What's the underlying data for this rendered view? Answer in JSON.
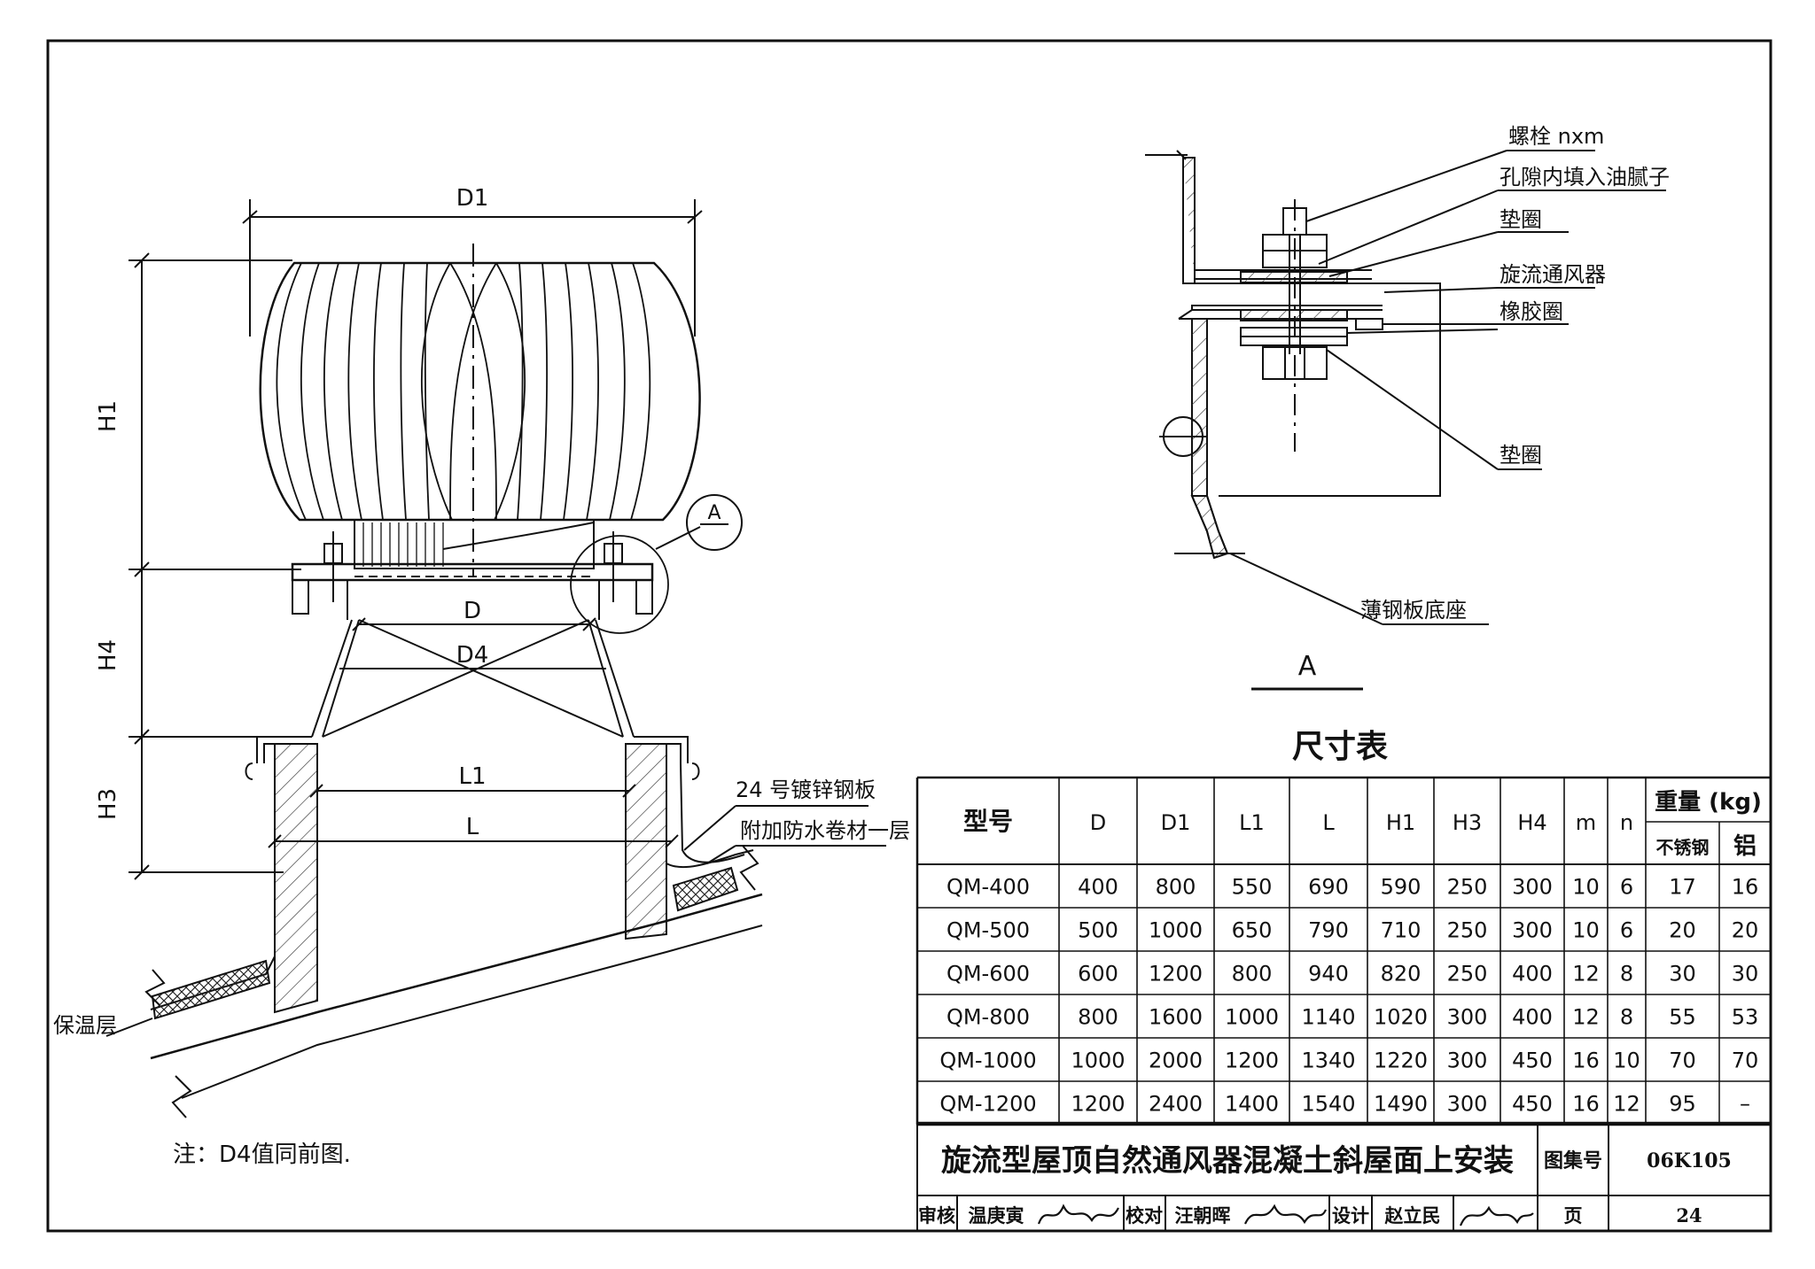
{
  "labels": {
    "d1": "D1",
    "h1": "H1",
    "h4": "H4",
    "h3": "H3",
    "d": "D",
    "d4": "D4",
    "l1": "L1",
    "l": "L",
    "detail_ref": "A",
    "detail_title": "A",
    "insulation": "保温层",
    "galvanized_sheet": "24 号镀锌钢板",
    "waterproof": "附加防水卷材一层",
    "bolt": "螺栓 nxm",
    "putty": "孔隙内填入油腻子",
    "washer_top": "垫圈",
    "ventilator": "旋流通风器",
    "rubber_ring": "橡胶圈",
    "washer_bottom": "垫圈",
    "steel_base": "薄钢板底座"
  },
  "note": "注：D4值同前图.",
  "table": {
    "title": "尺寸表",
    "headers": [
      "型号",
      "D",
      "D1",
      "L1",
      "L",
      "H1",
      "H3",
      "H4",
      "m",
      "n"
    ],
    "weight_header": "重量 (kg)",
    "weight_sub": [
      "不锈钢",
      "铝"
    ],
    "rows": [
      [
        "QM-400",
        "400",
        "800",
        "550",
        "690",
        "590",
        "250",
        "300",
        "10",
        "6",
        "17",
        "16"
      ],
      [
        "QM-500",
        "500",
        "1000",
        "650",
        "790",
        "710",
        "250",
        "300",
        "10",
        "6",
        "20",
        "20"
      ],
      [
        "QM-600",
        "600",
        "1200",
        "800",
        "940",
        "820",
        "250",
        "400",
        "12",
        "8",
        "30",
        "30"
      ],
      [
        "QM-800",
        "800",
        "1600",
        "1000",
        "1140",
        "1020",
        "300",
        "400",
        "12",
        "8",
        "55",
        "53"
      ],
      [
        "QM-1000",
        "1000",
        "2000",
        "1200",
        "1340",
        "1220",
        "300",
        "450",
        "16",
        "10",
        "70",
        "70"
      ],
      [
        "QM-1200",
        "1200",
        "2400",
        "1400",
        "1540",
        "1490",
        "300",
        "450",
        "16",
        "12",
        "95",
        "–"
      ]
    ]
  },
  "title_block": {
    "title": "旋流型屋顶自然通风器混凝土斜屋面上安装",
    "atlas_label": "图集号",
    "atlas_no": "06K105",
    "page_label": "页",
    "page_no": "24",
    "review_label": "审核",
    "review_name": "温庚寅",
    "check_label": "校对",
    "check_name": "汪朝晖",
    "design_label": "设计",
    "design_name": "赵立民"
  }
}
